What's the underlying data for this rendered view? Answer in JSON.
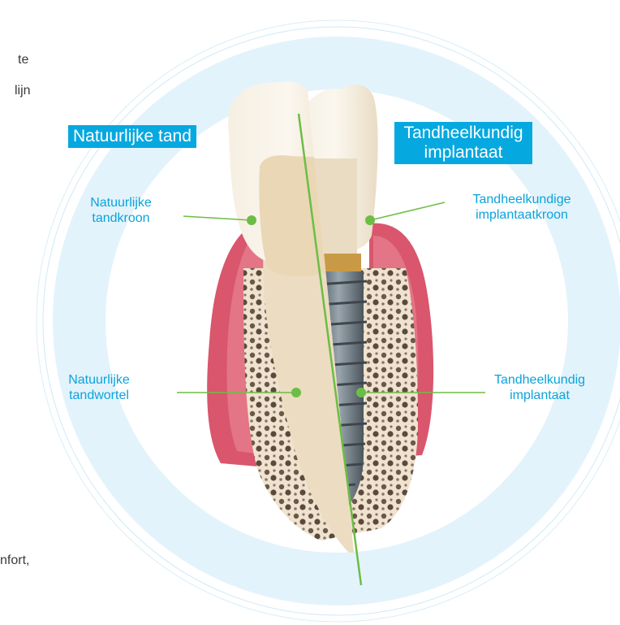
{
  "side_text": {
    "line1": "te",
    "line2": "lijn",
    "line3": "nfort,"
  },
  "headings": {
    "natural": "Natuurlijke tand",
    "implant": [
      "Tandheelkundig",
      "implantaat"
    ]
  },
  "labels": {
    "natural_crown": [
      "Natuurlijke",
      "tandkroon"
    ],
    "implant_crown": [
      "Tandheelkundige",
      "implantaatkroon"
    ],
    "natural_root": [
      "Natuurlijke",
      "tandwortel"
    ],
    "implant": [
      "Tandheelkundig",
      "implantaat"
    ]
  },
  "colors": {
    "accent_blue": "#06a8e0",
    "label_blue": "#0aa3dc",
    "leader_green": "#6cbd45",
    "ring_blue": "#e3f3fb",
    "gum_pink": "#d9566c",
    "tooth_ivory": "#f4ead8",
    "implant_gray": "#6f7b84"
  }
}
